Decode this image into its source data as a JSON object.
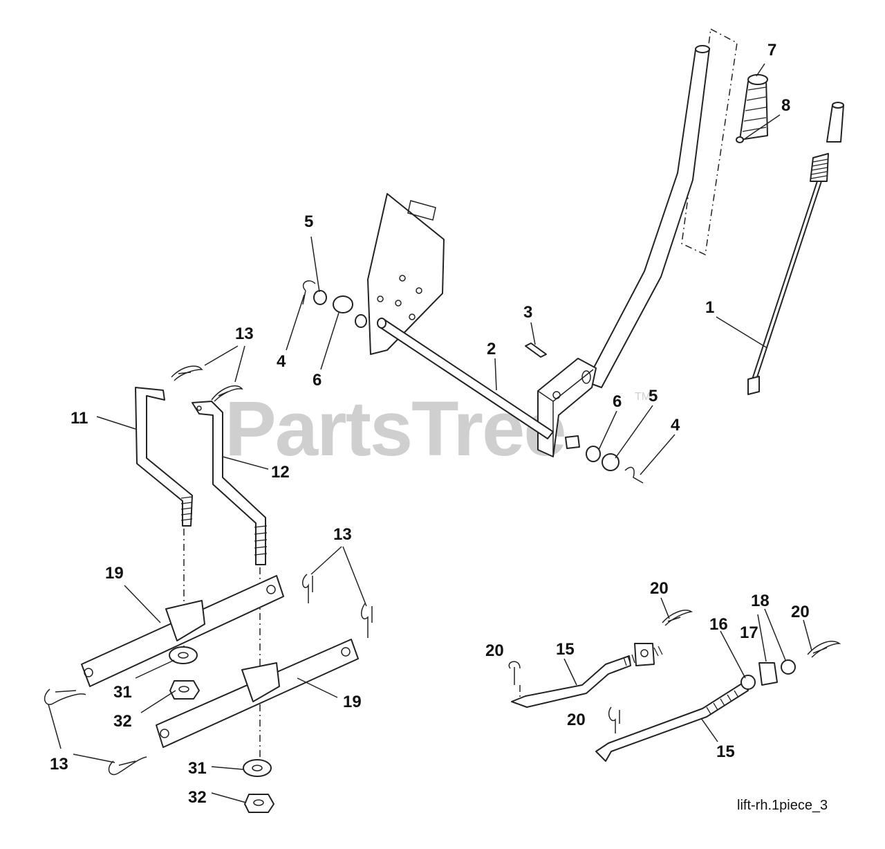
{
  "watermark": {
    "text": "PartsTree",
    "tm": "TM"
  },
  "figure_ref": "lift-rh.1piece_3",
  "callouts": {
    "c1": "1",
    "c2": "2",
    "c3": "3",
    "c4a": "4",
    "c4b": "4",
    "c5a": "5",
    "c5b": "5",
    "c6a": "6",
    "c6b": "6",
    "c7": "7",
    "c8": "8",
    "c11": "11",
    "c12": "12",
    "c13a": "13",
    "c13b": "13",
    "c13c": "13",
    "c15a": "15",
    "c15b": "15",
    "c16": "16",
    "c17": "17",
    "c18": "18",
    "c19a": "19",
    "c19b": "19",
    "c20a": "20",
    "c20b": "20",
    "c20c": "20",
    "c20d": "20",
    "c31a": "31",
    "c31b": "31",
    "c32a": "32",
    "c32b": "32"
  },
  "icons": {
    "lift-handle": "lift-handle-icon",
    "grip": "handle-grip-icon",
    "adjust-rod": "adjustment-rod-icon",
    "lift-shaft": "lift-shaft-icon",
    "bracket": "mount-plate-icon",
    "hair-pin": "hairpin-clip-icon",
    "link-rod": "link-rod-icon",
    "lift-arm": "lift-arm-icon",
    "washer": "washer-icon",
    "nut": "hex-nut-icon"
  }
}
